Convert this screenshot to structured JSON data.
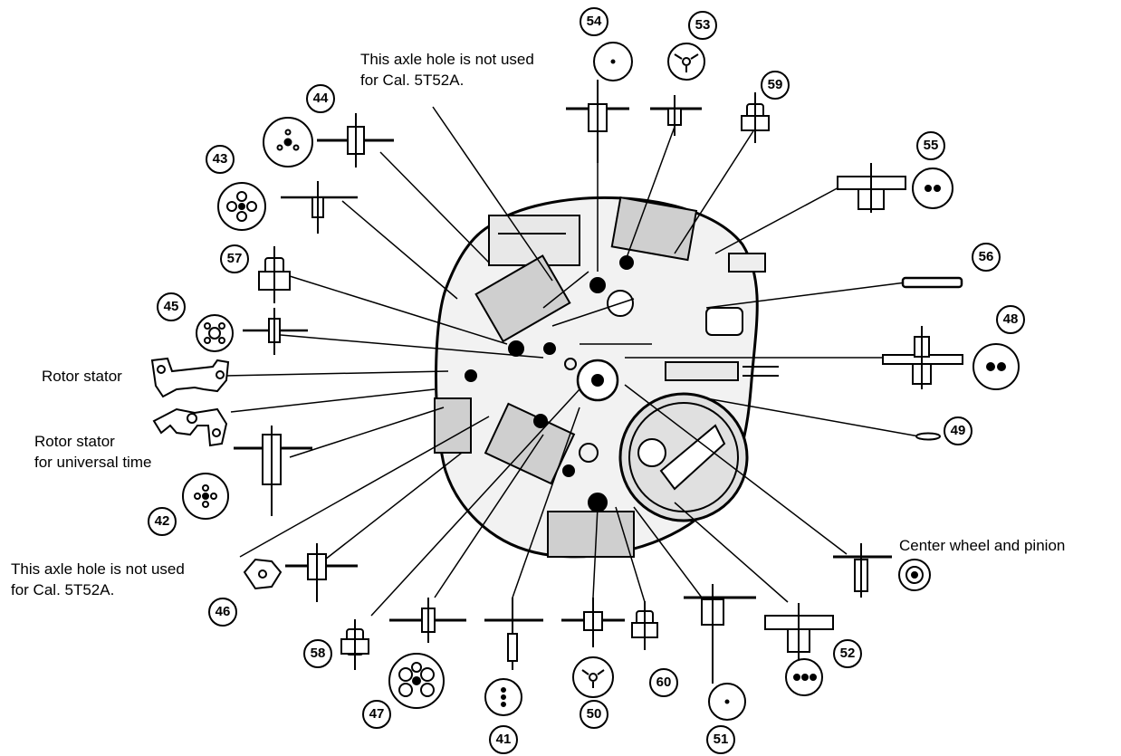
{
  "labels": {
    "axle_top_line1": "This axle hole is not used",
    "axle_top_line2": "for Cal. 5T52A.",
    "axle_bottom_line1": "This axle hole is not used",
    "axle_bottom_line2": "for Cal. 5T52A.",
    "rotor_stator": "Rotor stator",
    "rotor_stator_ut_line1": "Rotor stator",
    "rotor_stator_ut_line2": "for universal time",
    "center_wheel": "Center wheel and pinion"
  },
  "part_numbers": {
    "p41": "41",
    "p42": "42",
    "p43": "43",
    "p44": "44",
    "p45": "45",
    "p46": "46",
    "p47": "47",
    "p48": "48",
    "p49": "49",
    "p50": "50",
    "p51": "51",
    "p52": "52",
    "p53": "53",
    "p54": "54",
    "p55": "55",
    "p56": "56",
    "p57": "57",
    "p58": "58",
    "p59": "59",
    "p60": "60"
  }
}
